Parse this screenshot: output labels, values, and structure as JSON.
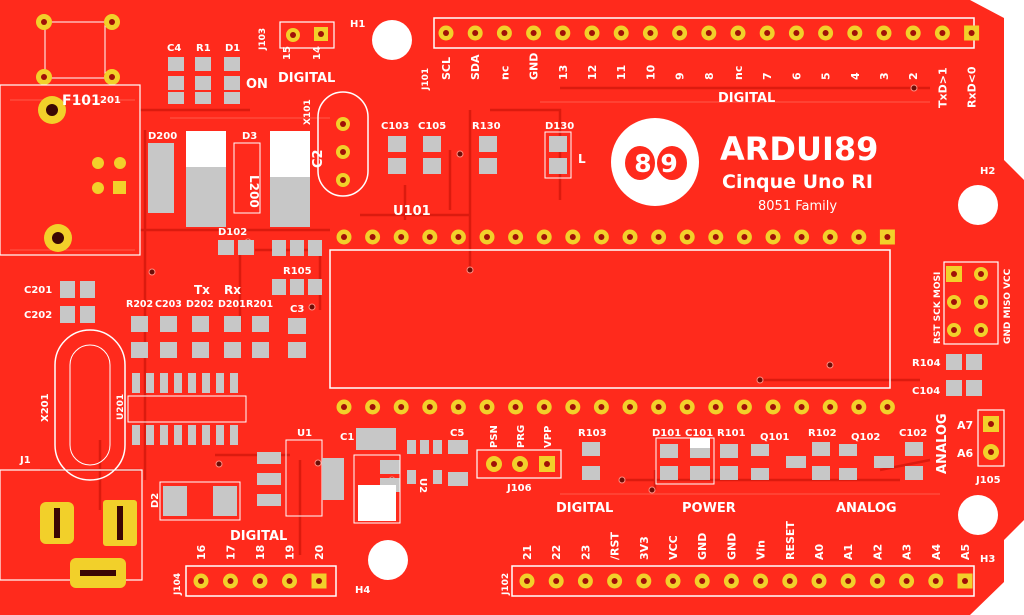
{
  "colors": {
    "board": "#ff2a1c",
    "board_dark": "#d41409",
    "trace": "#e8180c",
    "pad_gold": "#f2d02a",
    "pad_gray": "#c7c7c7",
    "silk": "#ffffff",
    "ic_outline": "#ffffff"
  },
  "logo": {
    "badge": "8 9",
    "name": "ARDUI89",
    "subtitle": "Cinque Uno RI",
    "family": "8051 Family"
  },
  "top_header": {
    "ref": "J101",
    "group_label": "DIGITAL",
    "pins": [
      "SCL",
      "SDA",
      "nc",
      "GND",
      "13",
      "12",
      "11",
      "10",
      "9",
      "8",
      "nc",
      "7",
      "6",
      "5",
      "4",
      "3",
      "2",
      "TxD>1",
      "RxD<0"
    ]
  },
  "j103": {
    "ref": "J103",
    "pins": [
      "15",
      "14"
    ],
    "label": "DIGITAL"
  },
  "bottom_left_header": {
    "ref": "J104",
    "group_label": "DIGITAL",
    "pins": [
      "16",
      "17",
      "18",
      "19",
      "20"
    ]
  },
  "bottom_right_header": {
    "ref": "J102",
    "pins": [
      "21",
      "22",
      "23",
      "/RST",
      "3V3",
      "VCC",
      "GND",
      "GND",
      "Vin",
      "RESET",
      "A0",
      "A1",
      "A2",
      "A3",
      "A4",
      "A5"
    ],
    "labels": {
      "digital": "DIGITAL",
      "power": "POWER",
      "analog": "ANALOG"
    }
  },
  "j106": {
    "ref": "J106",
    "pins": [
      "PSN",
      "PRG",
      "VPP"
    ]
  },
  "j105": {
    "ref": "J105",
    "pins": [
      "A7",
      "A6"
    ],
    "label": "ANALOG"
  },
  "icsp": {
    "left": "RST SCK MOSI",
    "right": "GND MISO VCC"
  },
  "mounting_holes": [
    "H1",
    "H2",
    "H3",
    "H4"
  ],
  "refs": {
    "c4": "C4",
    "r1": "R1",
    "d1": "D1",
    "on": "ON",
    "x101": "X101",
    "c2": "C2",
    "c103": "C103",
    "c105": "C105",
    "r130": "R130",
    "d130": "D130",
    "l": "L",
    "d200": "D200",
    "d3": "D3",
    "l200": "L200",
    "d102": "D102",
    "r105": "R105",
    "c3": "C3",
    "u101": "U101",
    "c201": "C201",
    "c202": "C202",
    "x201": "X201",
    "u201": "U201",
    "r202": "R202",
    "c203": "C203",
    "d202": "D202",
    "d201": "D201",
    "r201": "R201",
    "tx": "Tx",
    "rx": "Rx",
    "j1": "J1",
    "d2": "D2",
    "u1": "U1",
    "c1": "C1",
    "u2": "U2",
    "c5": "C5",
    "r103": "R103",
    "d101": "D101",
    "c101": "C101",
    "r101": "R101",
    "q101": "Q101",
    "r102": "R102",
    "q102": "Q102",
    "c102": "C102",
    "r104": "R104",
    "c104": "C104",
    "u201top": "C201",
    "f101": "F101",
    "r201b": "201"
  }
}
